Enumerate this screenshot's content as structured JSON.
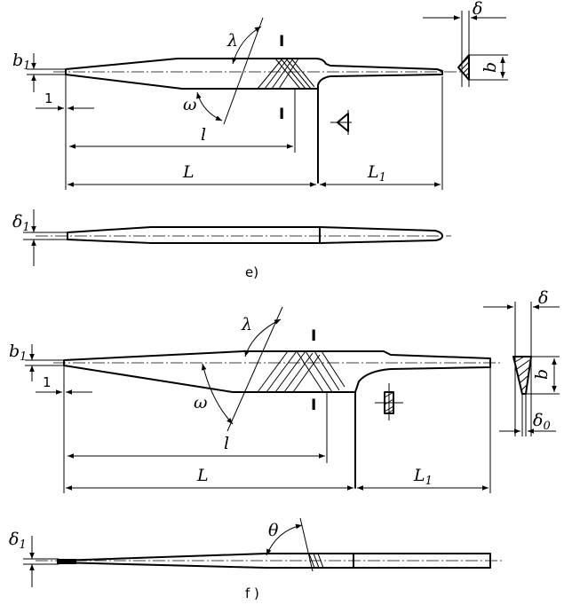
{
  "figure_e": {
    "caption": "e)",
    "labels": {
      "b": "b",
      "b_sub": "1",
      "one": "1",
      "lambda": "λ",
      "section_mark_top": "I",
      "section_mark_bottom": "I",
      "omega": "ω",
      "l": "l",
      "L": "L",
      "L1": "L",
      "L1_sub": "1",
      "delta": "δ",
      "b_section": "b",
      "delta1": "δ",
      "delta1_sub": "1"
    }
  },
  "figure_f": {
    "caption": "f )",
    "labels": {
      "b": "b",
      "b_sub": "1",
      "one": "1",
      "lambda": "λ",
      "section_mark_top": "I",
      "section_mark_bottom": "I",
      "omega": "ω",
      "l": "l",
      "L": "L",
      "L1": "L",
      "L1_sub": "1",
      "delta": "δ",
      "b_section": "b",
      "delta0": "δ",
      "delta0_sub": "0",
      "delta1": "δ",
      "delta1_sub": "1",
      "theta": "θ"
    }
  }
}
